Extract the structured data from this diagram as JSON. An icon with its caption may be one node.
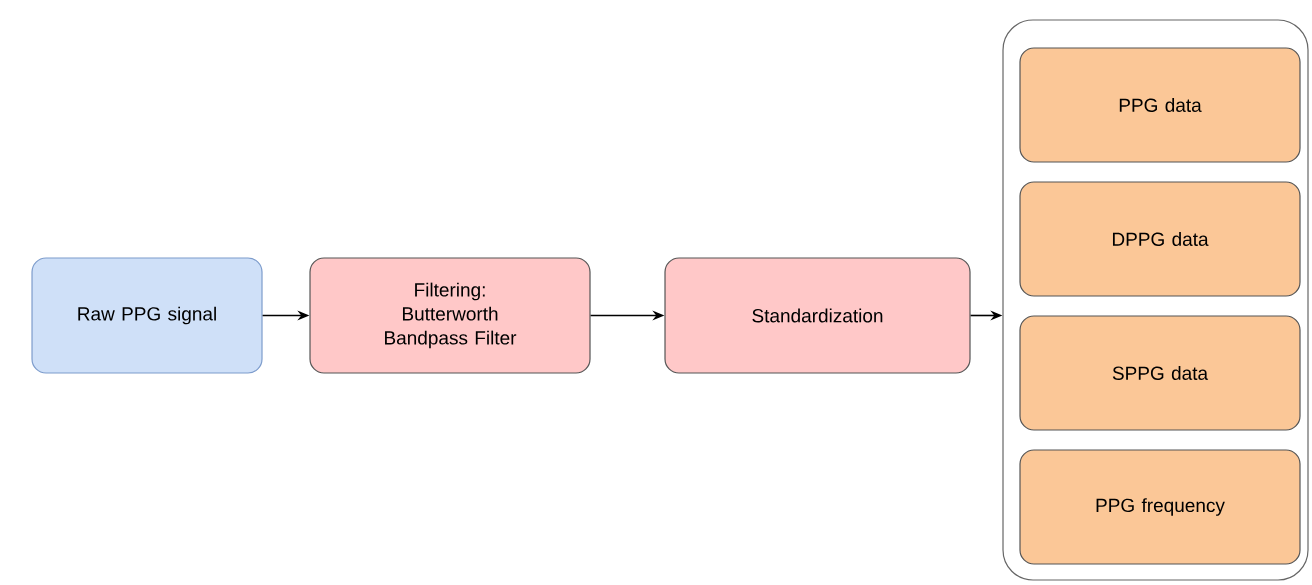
{
  "diagram": {
    "nodes": [
      {
        "text": [
          "Raw PPG signal"
        ]
      },
      {
        "text": [
          "Filtering: Butterworth Bandpass Filter"
        ]
      },
      {
        "text": [
          "Standardization"
        ]
      },
      {
        "text": [],
        "shape": "box"
      },
      {
        "text": [
          "PPG data"
        ],
        "in": 3
      },
      {
        "text": [
          "DPPG data"
        ],
        "in": 3
      },
      {
        "text": [
          "SPPG data"
        ],
        "in": 3
      },
      {
        "text": [
          "PPG frequency"
        ],
        "in": 3
      }
    ],
    "edges": [
      {
        "from": 0,
        "to": 1,
        "arrow": "to"
      },
      {
        "from": 1,
        "to": 2,
        "arrow": "to"
      },
      {
        "from": 2,
        "to": 3,
        "arrow": "to"
      }
    ]
  }
}
